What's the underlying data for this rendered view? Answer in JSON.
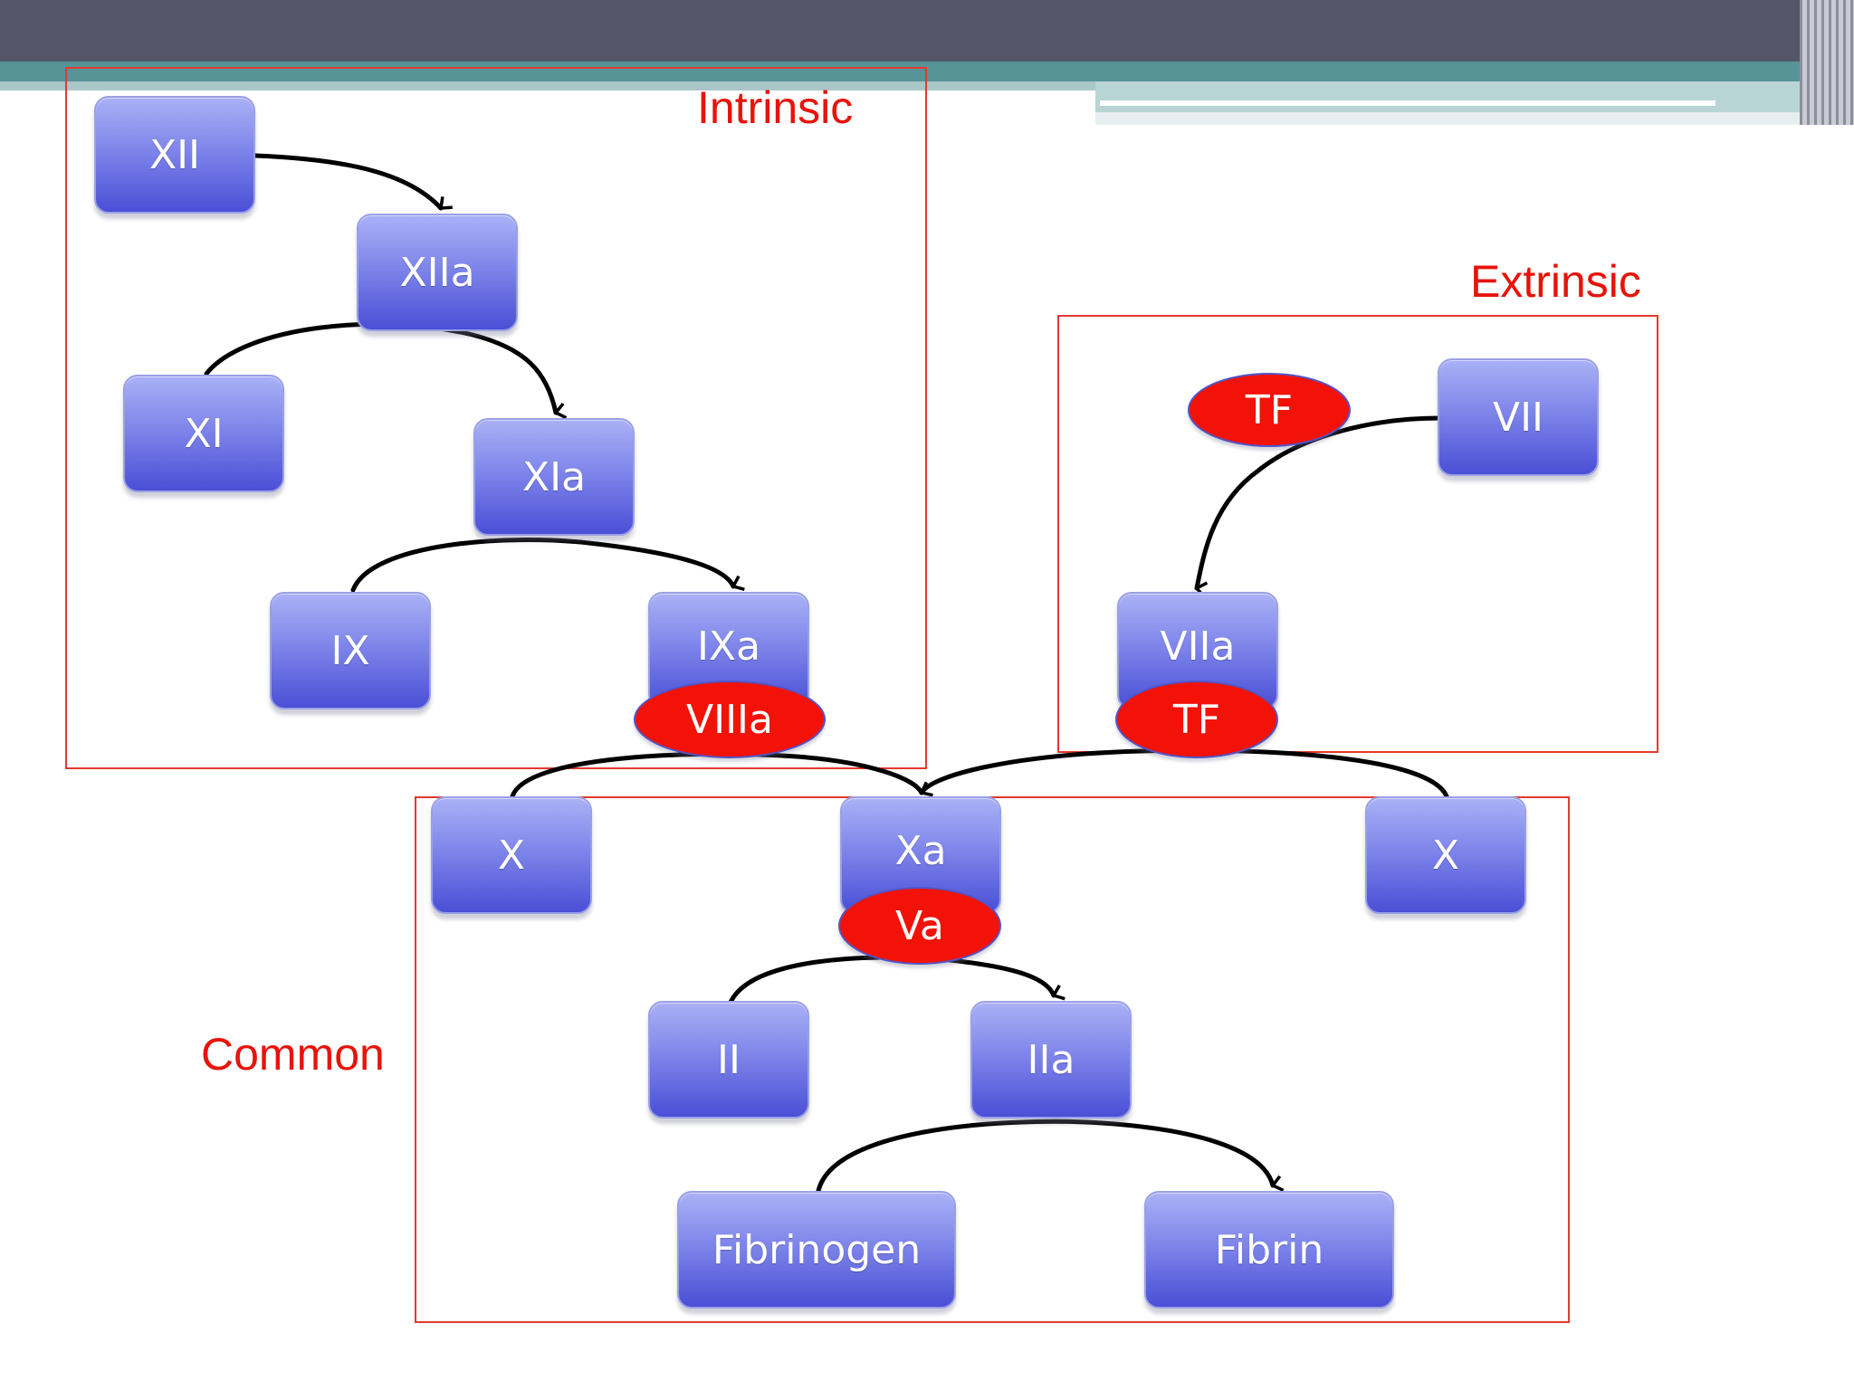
{
  "theme": {
    "header_bar": "#545668",
    "accent_teal": "#569497",
    "region_red": "#e3392f",
    "label_red": "#e8130b",
    "node_blue": "#6167e0",
    "oval_red": "#f21208"
  },
  "regions": {
    "intrinsic": "Intrinsic",
    "extrinsic": "Extrinsic",
    "common": "Common"
  },
  "factors": {
    "xii": "XII",
    "xiia": "XIIa",
    "xi": "XI",
    "xia": "XIa",
    "ix": "IX",
    "ixa": "IXa",
    "viiia": "VIIIa",
    "tf_top": "TF",
    "vii": "VII",
    "viia": "VIIa",
    "tf_bottom": "TF",
    "x_left": "X",
    "xa": "Xa",
    "x_right": "X",
    "va": "Va",
    "ii": "II",
    "iia": "IIa",
    "fibrinogen": "Fibrinogen",
    "fibrin": "Fibrin"
  }
}
